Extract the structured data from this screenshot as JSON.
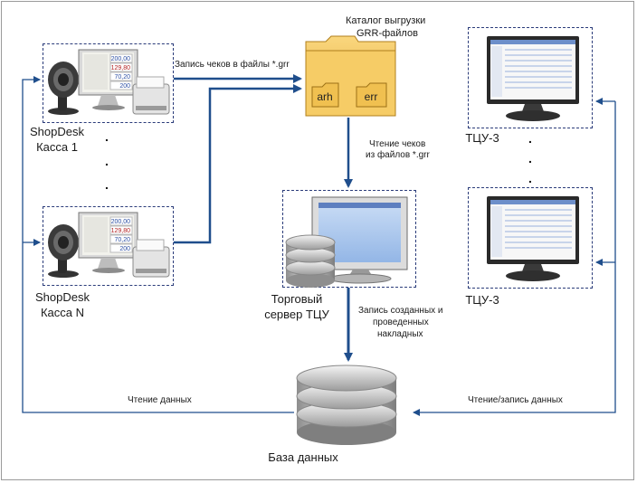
{
  "folder": {
    "title_line1": "Каталог выгрузки",
    "title_line2": "GRR-файлов",
    "sub1": "arh",
    "sub2": "err"
  },
  "register1": {
    "name": "ShopDesk",
    "line2": "Касса 1",
    "screen": [
      "200,00",
      "129,80",
      "70,20",
      "200"
    ]
  },
  "registerN": {
    "name": "ShopDesk",
    "line2": "Касса N",
    "screen": [
      "200,00",
      "129,80",
      "70,20",
      "200"
    ]
  },
  "edges": {
    "write_checks": "Запись чеков в файлы *.grr",
    "read_checks_1": "Чтение чеков",
    "read_checks_2": "из файлов *.grr",
    "write_invoices_1": "Запись созданных и",
    "write_invoices_2": "проведенных",
    "write_invoices_3": "накладных",
    "read_data": "Чтение данных",
    "readwrite_data": "Чтение/запись данных"
  },
  "server": {
    "line1": "Торговый",
    "line2": "сервер ТЦУ"
  },
  "database": {
    "label": "База данных"
  },
  "client1": {
    "label": "ТЦУ-3"
  },
  "client2": {
    "label": "ТЦУ-3"
  },
  "colors": {
    "arrow": "#1f4e8c",
    "dash": "#2b3c7a",
    "folder": "#f3c55a"
  },
  "icons": [
    "barcode-scanner-icon",
    "pos-monitor-icon",
    "receipt-printer-icon",
    "folder-icon",
    "server-icon",
    "database-icon",
    "workstation-monitor-icon"
  ]
}
